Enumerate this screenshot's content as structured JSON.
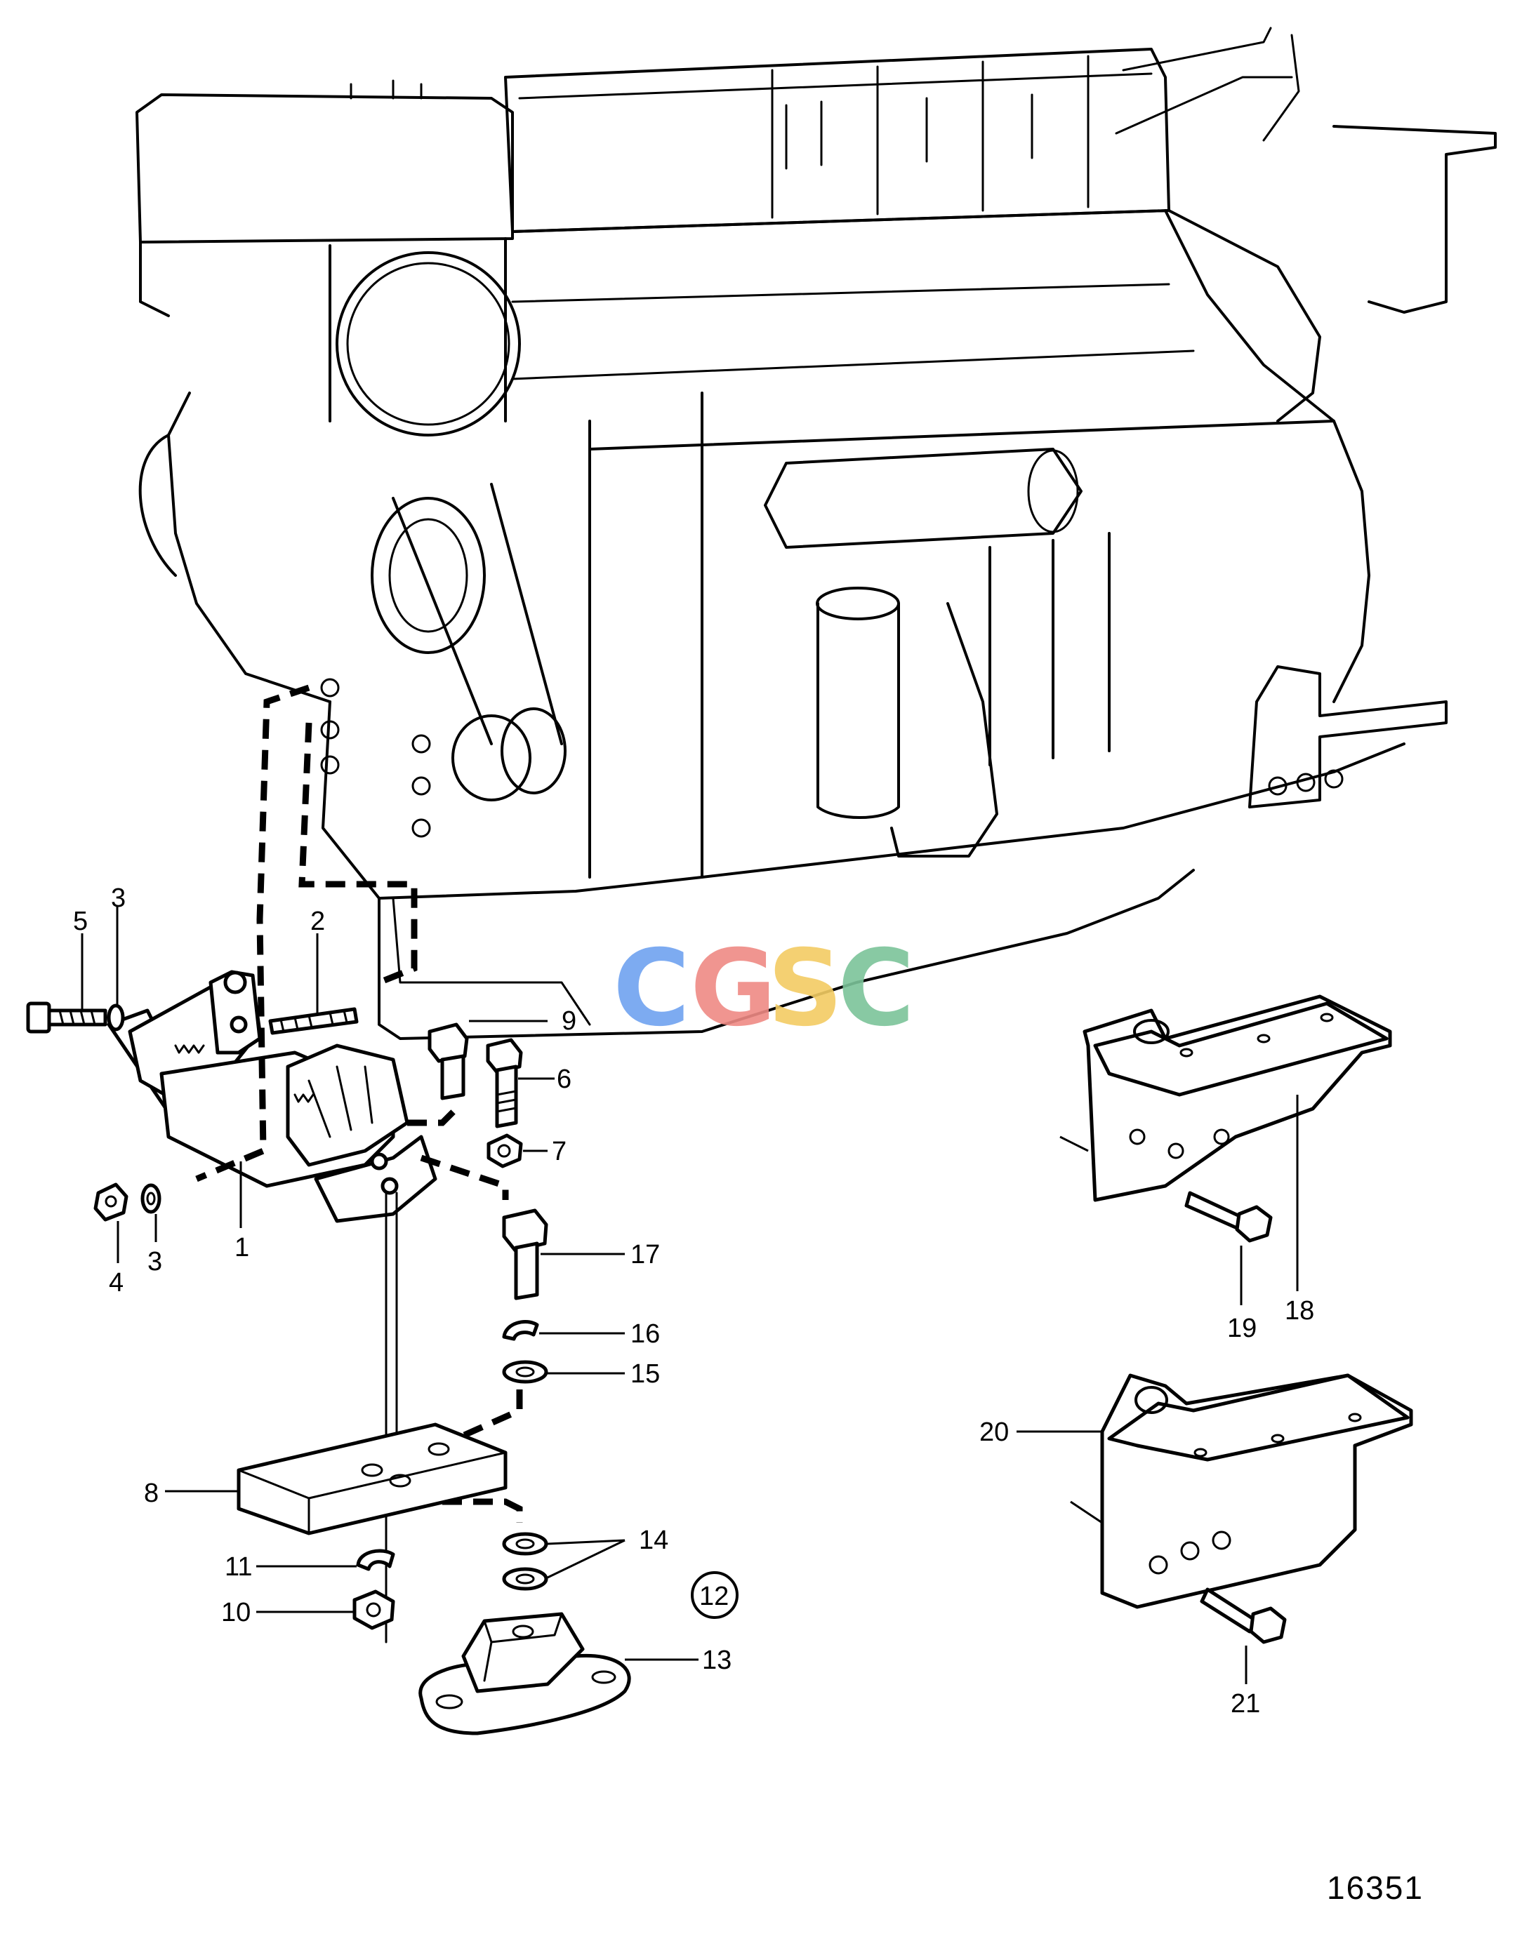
{
  "figure_number": "16351",
  "watermark": {
    "letters": [
      "C",
      "G",
      "S",
      "C"
    ],
    "colors": [
      "#6fa2f0",
      "#ef8a84",
      "#f3cc63",
      "#7cc49a"
    ]
  },
  "callouts": {
    "c1": "1",
    "c2": "2",
    "c3a": "3",
    "c3b": "3",
    "c4": "4",
    "c5": "5",
    "c6": "6",
    "c7": "7",
    "c8": "8",
    "c9": "9",
    "c10": "10",
    "c11": "11",
    "c12": "12",
    "c13": "13",
    "c14": "14",
    "c15": "15",
    "c16": "16",
    "c17": "17",
    "c18": "18",
    "c19": "19",
    "c20": "20",
    "c21": "21"
  }
}
